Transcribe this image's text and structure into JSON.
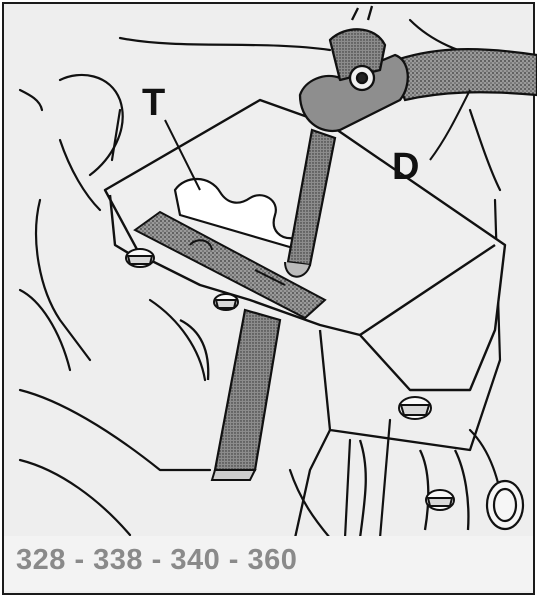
{
  "figure": {
    "labels": {
      "t": "T",
      "d": "D"
    },
    "caption": "328 - 338 - 340 - 360"
  }
}
